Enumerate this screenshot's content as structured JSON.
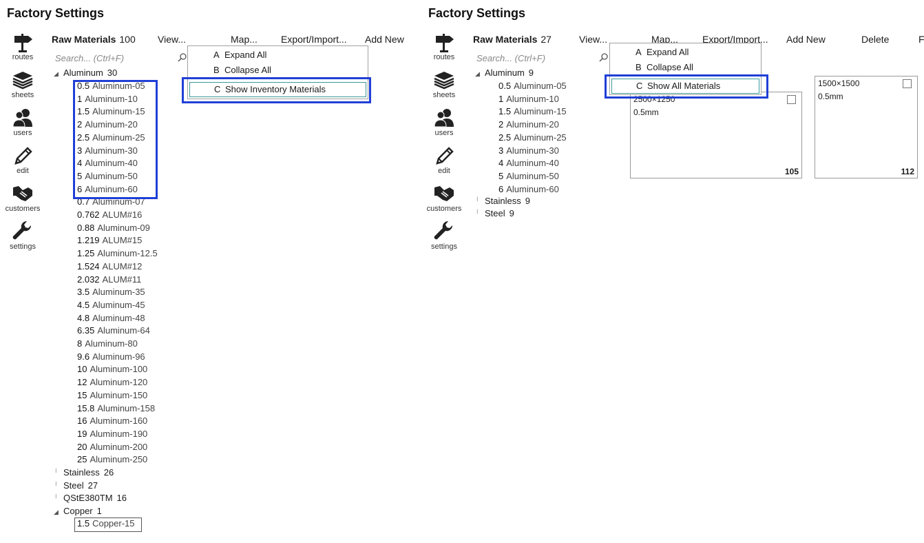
{
  "left": {
    "title": "Factory Settings",
    "sidebar": [
      {
        "label": "routes",
        "icon": "signpost-icon"
      },
      {
        "label": "sheets",
        "icon": "sheets-stack-icon"
      },
      {
        "label": "users",
        "icon": "users-icon"
      },
      {
        "label": "edit",
        "icon": "pencil-icon"
      },
      {
        "label": "customers",
        "icon": "handshake-icon"
      },
      {
        "label": "settings",
        "icon": "wrench-icon"
      }
    ],
    "toolbar": {
      "raw_materials": "Raw Materials",
      "count": "100",
      "view": "View...",
      "map": "Map...",
      "export": "Export/Import...",
      "add_new": "Add New"
    },
    "search_placeholder": "Search... (Ctrl+F)",
    "menu": [
      {
        "key": "A",
        "label": "Expand All"
      },
      {
        "key": "B",
        "label": "Collapse All"
      },
      {
        "key": "C",
        "label": "Show Inventory Materials"
      }
    ],
    "tree": {
      "aluminum": {
        "label": "Aluminum",
        "count": "30"
      },
      "aluminum_items": [
        {
          "v": "0.5",
          "n": "Aluminum-05"
        },
        {
          "v": "1",
          "n": "Aluminum-10"
        },
        {
          "v": "1.5",
          "n": "Aluminum-15"
        },
        {
          "v": "2",
          "n": "Aluminum-20"
        },
        {
          "v": "2.5",
          "n": "Aluminum-25"
        },
        {
          "v": "3",
          "n": "Aluminum-30"
        },
        {
          "v": "4",
          "n": "Aluminum-40"
        },
        {
          "v": "5",
          "n": "Aluminum-50"
        },
        {
          "v": "6",
          "n": "Aluminum-60"
        },
        {
          "v": "0.7",
          "n": "Aluminum-07"
        },
        {
          "v": "0.762",
          "n": "ALUM#16"
        },
        {
          "v": "0.88",
          "n": "Aluminum-09"
        },
        {
          "v": "1.219",
          "n": "ALUM#15"
        },
        {
          "v": "1.25",
          "n": "Aluminum-12.5"
        },
        {
          "v": "1.524",
          "n": "ALUM#12"
        },
        {
          "v": "2.032",
          "n": "ALUM#11"
        },
        {
          "v": "3.5",
          "n": "Aluminum-35"
        },
        {
          "v": "4.5",
          "n": "Aluminum-45"
        },
        {
          "v": "4.8",
          "n": "Aluminum-48"
        },
        {
          "v": "6.35",
          "n": "Aluminum-64"
        },
        {
          "v": "8",
          "n": "Aluminum-80"
        },
        {
          "v": "9.6",
          "n": "Aluminum-96"
        },
        {
          "v": "10",
          "n": "Aluminum-100"
        },
        {
          "v": "12",
          "n": "Aluminum-120"
        },
        {
          "v": "15",
          "n": "Aluminum-150"
        },
        {
          "v": "15.8",
          "n": "Aluminum-158"
        },
        {
          "v": "16",
          "n": "Aluminum-160"
        },
        {
          "v": "19",
          "n": "Aluminum-190"
        },
        {
          "v": "20",
          "n": "Aluminum-200"
        },
        {
          "v": "25",
          "n": "Aluminum-250"
        }
      ],
      "stainless": {
        "label": "Stainless",
        "count": "26"
      },
      "steel": {
        "label": "Steel",
        "count": "27"
      },
      "qste": {
        "label": "QStE380TM",
        "count": "16"
      },
      "copper": {
        "label": "Copper",
        "count": "1"
      },
      "copper_items": [
        {
          "v": "1.5",
          "n": "Copper-15"
        }
      ]
    }
  },
  "right": {
    "title": "Factory Settings",
    "sidebar": [
      {
        "label": "routes",
        "icon": "signpost-icon"
      },
      {
        "label": "sheets",
        "icon": "sheets-stack-icon"
      },
      {
        "label": "users",
        "icon": "users-icon"
      },
      {
        "label": "edit",
        "icon": "pencil-icon"
      },
      {
        "label": "customers",
        "icon": "handshake-icon"
      },
      {
        "label": "settings",
        "icon": "wrench-icon"
      }
    ],
    "toolbar": {
      "raw_materials": "Raw Materials",
      "count": "27",
      "view": "View...",
      "map": "Map...",
      "export": "Export/Import...",
      "add_new": "Add New",
      "delete": "Delete",
      "cut": "Fi"
    },
    "search_placeholder": "Search... (Ctrl+F)",
    "menu": [
      {
        "key": "A",
        "label": "Expand All"
      },
      {
        "key": "B",
        "label": "Collapse All"
      },
      {
        "key": "C",
        "label": "Show All Materials"
      }
    ],
    "tree": {
      "aluminum": {
        "label": "Aluminum",
        "count": "9"
      },
      "aluminum_items": [
        {
          "v": "0.5",
          "n": "Aluminum-05"
        },
        {
          "v": "1",
          "n": "Aluminum-10"
        },
        {
          "v": "1.5",
          "n": "Aluminum-15"
        },
        {
          "v": "2",
          "n": "Aluminum-20"
        },
        {
          "v": "2.5",
          "n": "Aluminum-25"
        },
        {
          "v": "3",
          "n": "Aluminum-30"
        },
        {
          "v": "4",
          "n": "Aluminum-40"
        },
        {
          "v": "5",
          "n": "Aluminum-50"
        },
        {
          "v": "6",
          "n": "Aluminum-60"
        }
      ],
      "stainless": {
        "label": "Stainless",
        "count": "9"
      },
      "steel": {
        "label": "Steel",
        "count": "9"
      }
    },
    "cards": [
      {
        "size": "2500×1250",
        "thickness": "0.5mm",
        "qty": "105"
      },
      {
        "size": "1500×1500",
        "thickness": "0.5mm",
        "qty": "112"
      }
    ]
  },
  "colors": {
    "highlight": "#1f3fd6",
    "selected_item_border": "#3a9a9a"
  }
}
